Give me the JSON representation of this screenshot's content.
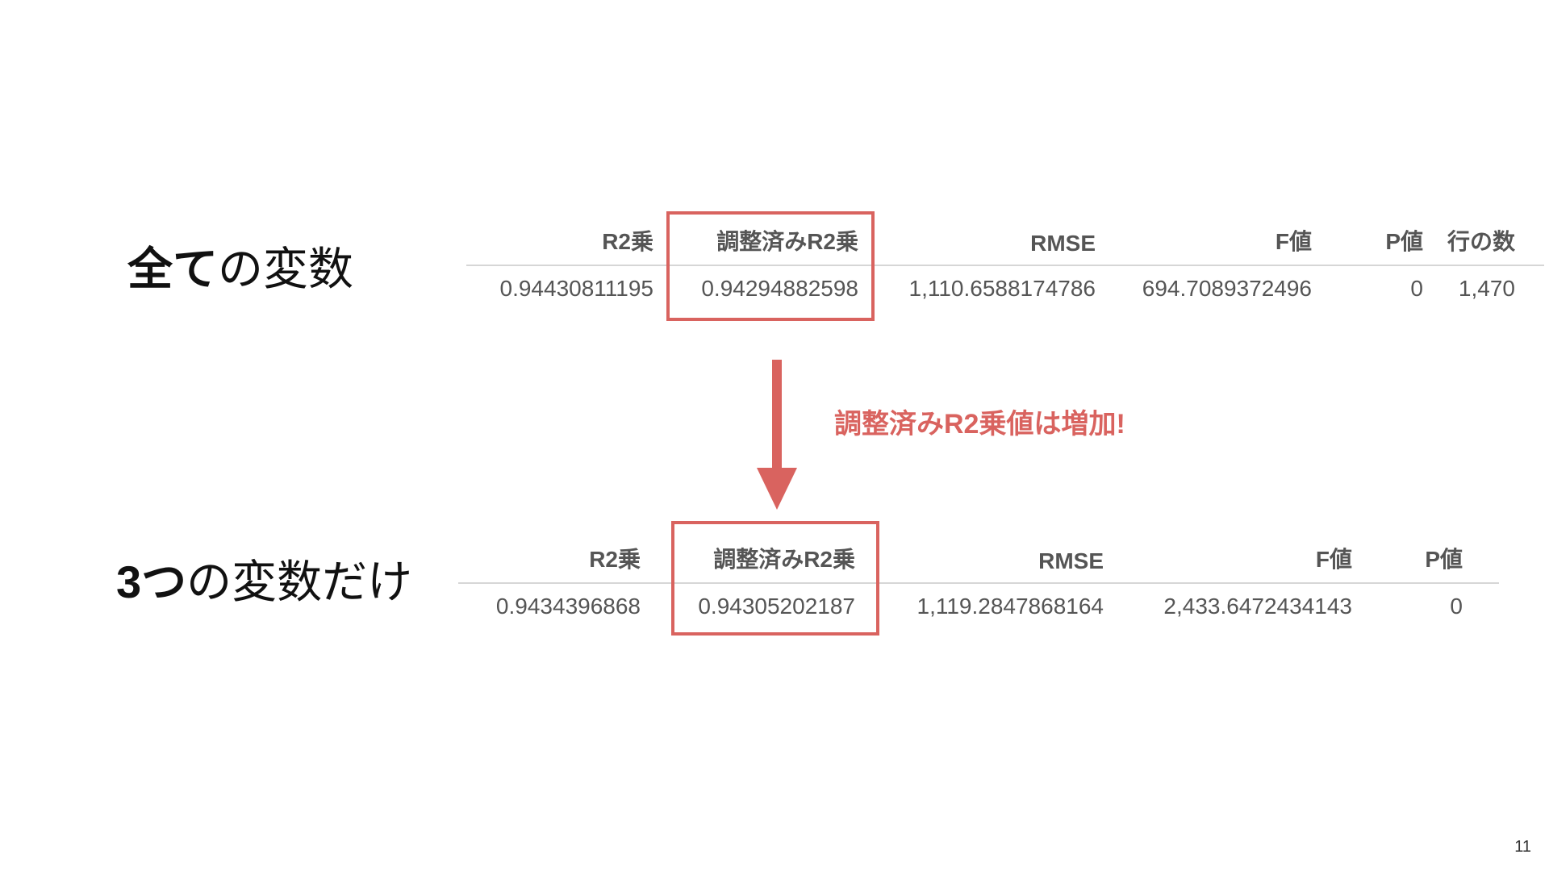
{
  "sections": {
    "all_vars": {
      "label_strong": "全て",
      "label_light": "の変数"
    },
    "three_vars": {
      "label_strong": "3つ",
      "label_light": "の変数だけ"
    }
  },
  "table_all": {
    "headers": [
      "R2乗",
      "調整済みR2乗",
      "RMSE",
      "F値",
      "P値",
      "行の数"
    ],
    "row": [
      "0.94430811195",
      "0.94294882598",
      "1,110.6588174786",
      "694.7089372496",
      "0",
      "1,470"
    ]
  },
  "table_three": {
    "headers": [
      "R2乗",
      "調整済みR2乗",
      "RMSE",
      "F値",
      "P値"
    ],
    "row": [
      "0.9434396868",
      "0.94305202187",
      "1,119.2847868164",
      "2,433.6472434143",
      "0"
    ]
  },
  "annotation": {
    "text": "調整済みR2乗値は増加!"
  },
  "colors": {
    "accent": "#d9635f",
    "text": "#555555",
    "title": "#111111",
    "rule": "#d6d6d6"
  },
  "page_number": "11"
}
